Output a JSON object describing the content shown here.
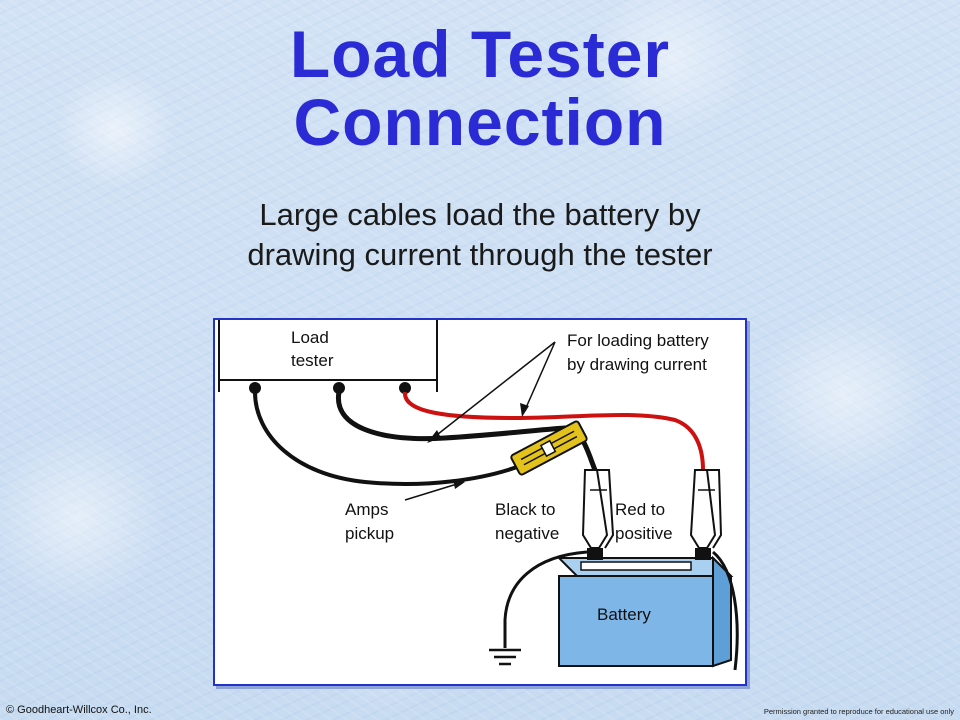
{
  "slide": {
    "title_line1": "Load Tester",
    "title_line2": "Connection",
    "subtitle_line1": "Large cables load the battery by",
    "subtitle_line2": "drawing current through the tester"
  },
  "diagram": {
    "load_tester_label_1": "Load",
    "load_tester_label_2": "tester",
    "loading_label_1": "For loading battery",
    "loading_label_2": "by drawing current",
    "amps_label_1": "Amps",
    "amps_label_2": "pickup",
    "black_label_1": "Black to",
    "black_label_2": "negative",
    "red_label_1": "Red to",
    "red_label_2": "positive",
    "battery_label": "Battery",
    "colors": {
      "red_cable": "#cc1111",
      "black_cable": "#111111",
      "battery_fill": "#7fb6e8",
      "clamp_fill": "#e3c21c",
      "title_blue": "#2b2bd6"
    }
  },
  "footer": {
    "copyright": "© Goodheart-Willcox Co., Inc.",
    "permission": "Permission granted to reproduce for educational use only"
  }
}
